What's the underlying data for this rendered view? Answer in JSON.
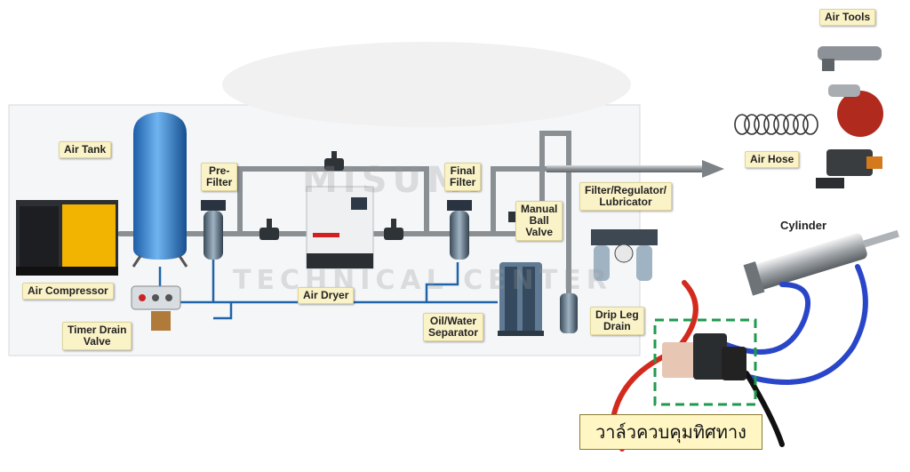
{
  "labels": {
    "air_tank": "Air Tank",
    "pre_filter": "Pre-\nFilter",
    "air_dryer": "Air Dryer",
    "final_filter": "Final\nFilter",
    "manual_ball_valve": "Manual\nBall\nValve",
    "frl": "Filter/Regulator/\nLubricator",
    "air_tools": "Air Tools",
    "air_hose": "Air Hose",
    "cylinder": "Cylinder",
    "air_compressor": "Air Compressor",
    "timer_drain_valve": "Timer Drain\nValve",
    "oil_water_separator": "Oil/Water\nSeparator",
    "drip_leg_drain": "Drip Leg\nDrain"
  },
  "callout": {
    "thai_label": "วาล์วควบคุมทิศทาง"
  },
  "watermark": {
    "line1": "MISUMI",
    "line2": "TECHNICAL CENTER"
  },
  "colors": {
    "pipe": "#8a8f94",
    "drain_line": "#1f64a8",
    "red_hose": "#d42a1e",
    "blue_hose": "#2a46c8",
    "dashed_box": "#1f9a4c"
  }
}
